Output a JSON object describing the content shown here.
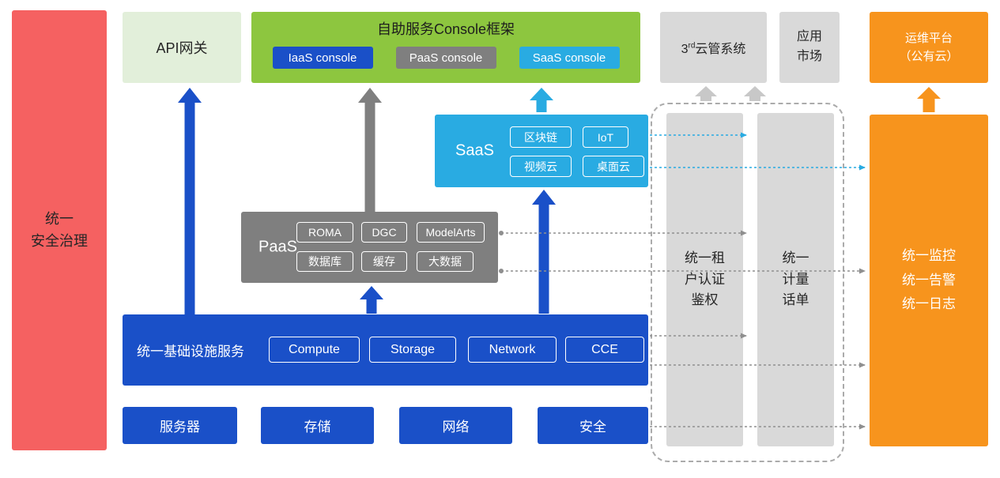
{
  "palette": {
    "red": "#F56161",
    "light_green": "#E2EFDA",
    "green": "#8DC63F",
    "blue": "#1A50C8",
    "gray": "#7F7F7F",
    "cyan": "#29ABE2",
    "light_gray": "#D9D9D9",
    "orange": "#F7941D"
  },
  "security_bar": {
    "lines": [
      "统一",
      "安全治理"
    ]
  },
  "api_gateway": {
    "label": "API网关"
  },
  "console_frame": {
    "title": "自助服务Console框架",
    "consoles": [
      "IaaS console",
      "PaaS console",
      "SaaS console"
    ]
  },
  "third_cloud": {
    "num": "3",
    "sup": "rd",
    "rest": "云管系统"
  },
  "app_market": {
    "lines": [
      "应用",
      "市场"
    ]
  },
  "om_platform": {
    "lines": [
      "运维平台",
      "（公有云）"
    ]
  },
  "saas": {
    "label": "SaaS",
    "items": [
      "区块链",
      "IoT",
      "视频云",
      "桌面云"
    ]
  },
  "paas": {
    "label": "PaaS",
    "items": [
      "ROMA",
      "DGC",
      "ModelArts",
      "数据库",
      "缓存",
      "大数据"
    ]
  },
  "iaas": {
    "label": "统一基础设施服务",
    "items": [
      "Compute",
      "Storage",
      "Network",
      "CCE"
    ]
  },
  "hardware": {
    "items": [
      "服务器",
      "存储",
      "网络",
      "安全"
    ]
  },
  "auth_bar": {
    "lines": [
      "统一租",
      "户认证",
      "鉴权"
    ]
  },
  "metering_bar": {
    "lines": [
      "统一",
      "计量",
      "话单"
    ]
  },
  "monitoring_bar": {
    "lines": [
      "统一监控",
      "统一告警",
      "统一日志"
    ]
  }
}
